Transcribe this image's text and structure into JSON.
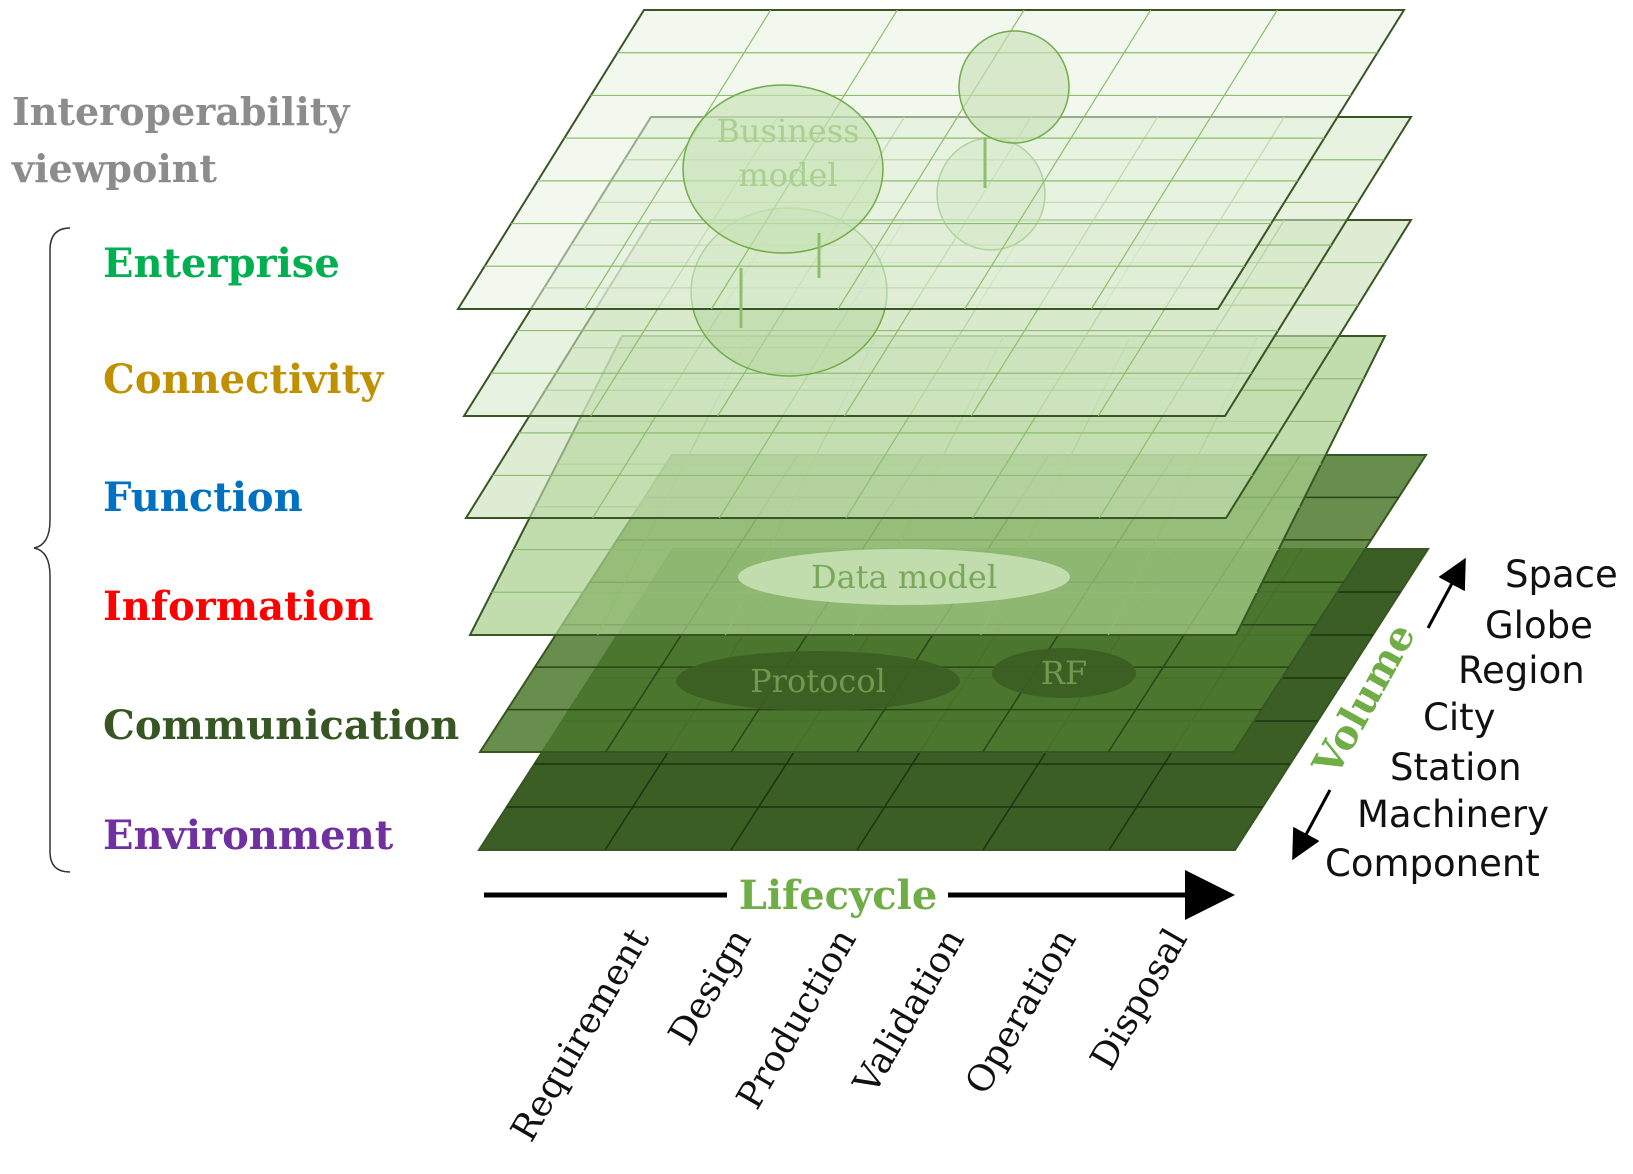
{
  "title": {
    "line1": "Interoperability",
    "line2": "viewpoint"
  },
  "viewpoints": [
    {
      "label": "Enterprise",
      "color": "#00b050"
    },
    {
      "label": "Connectivity",
      "color": "#bf9000"
    },
    {
      "label": "Function",
      "color": "#0070c0"
    },
    {
      "label": "Information",
      "color": "#ff0000"
    },
    {
      "label": "Communication",
      "color": "#375623"
    },
    {
      "label": "Environment",
      "color": "#7030a0"
    }
  ],
  "layer_colors": {
    "environment": "#3b5e24",
    "communication": "#4e7a2f",
    "information": "#a9d08e",
    "function": "#c6e0b4",
    "connectivity": "#d4e8c6",
    "enterprise": "#e8f2e0",
    "stroke": "#375623"
  },
  "annotations": {
    "business_model_line1": "Business",
    "business_model_line2": "model",
    "data_model": "Data model",
    "protocol": "Protocol",
    "rf": "RF"
  },
  "lifecycle": {
    "title": "Lifecycle",
    "stages": [
      "Requirement",
      "Design",
      "Production",
      "Validation",
      "Operation",
      "Disposal"
    ]
  },
  "volume": {
    "title": "Volume",
    "levels": [
      "Space",
      "Globe",
      "Region",
      "City",
      "Station",
      "Machinery",
      "Component"
    ]
  }
}
